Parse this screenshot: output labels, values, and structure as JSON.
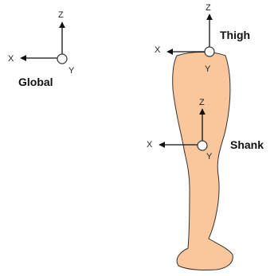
{
  "colors": {
    "leg_fill": "#FAC79C",
    "leg_outline": "#333333",
    "axis": "#111111",
    "origin_fill": "#ffffff"
  },
  "frames": {
    "global": {
      "label": "Global",
      "x_axis": "X",
      "y_axis": "Y",
      "z_axis": "Z"
    },
    "thigh": {
      "label": "Thigh",
      "x_axis": "X",
      "y_axis": "Y",
      "z_axis": "Z"
    },
    "shank": {
      "label": "Shank",
      "x_axis": "X",
      "y_axis": "Y",
      "z_axis": "Z"
    }
  }
}
